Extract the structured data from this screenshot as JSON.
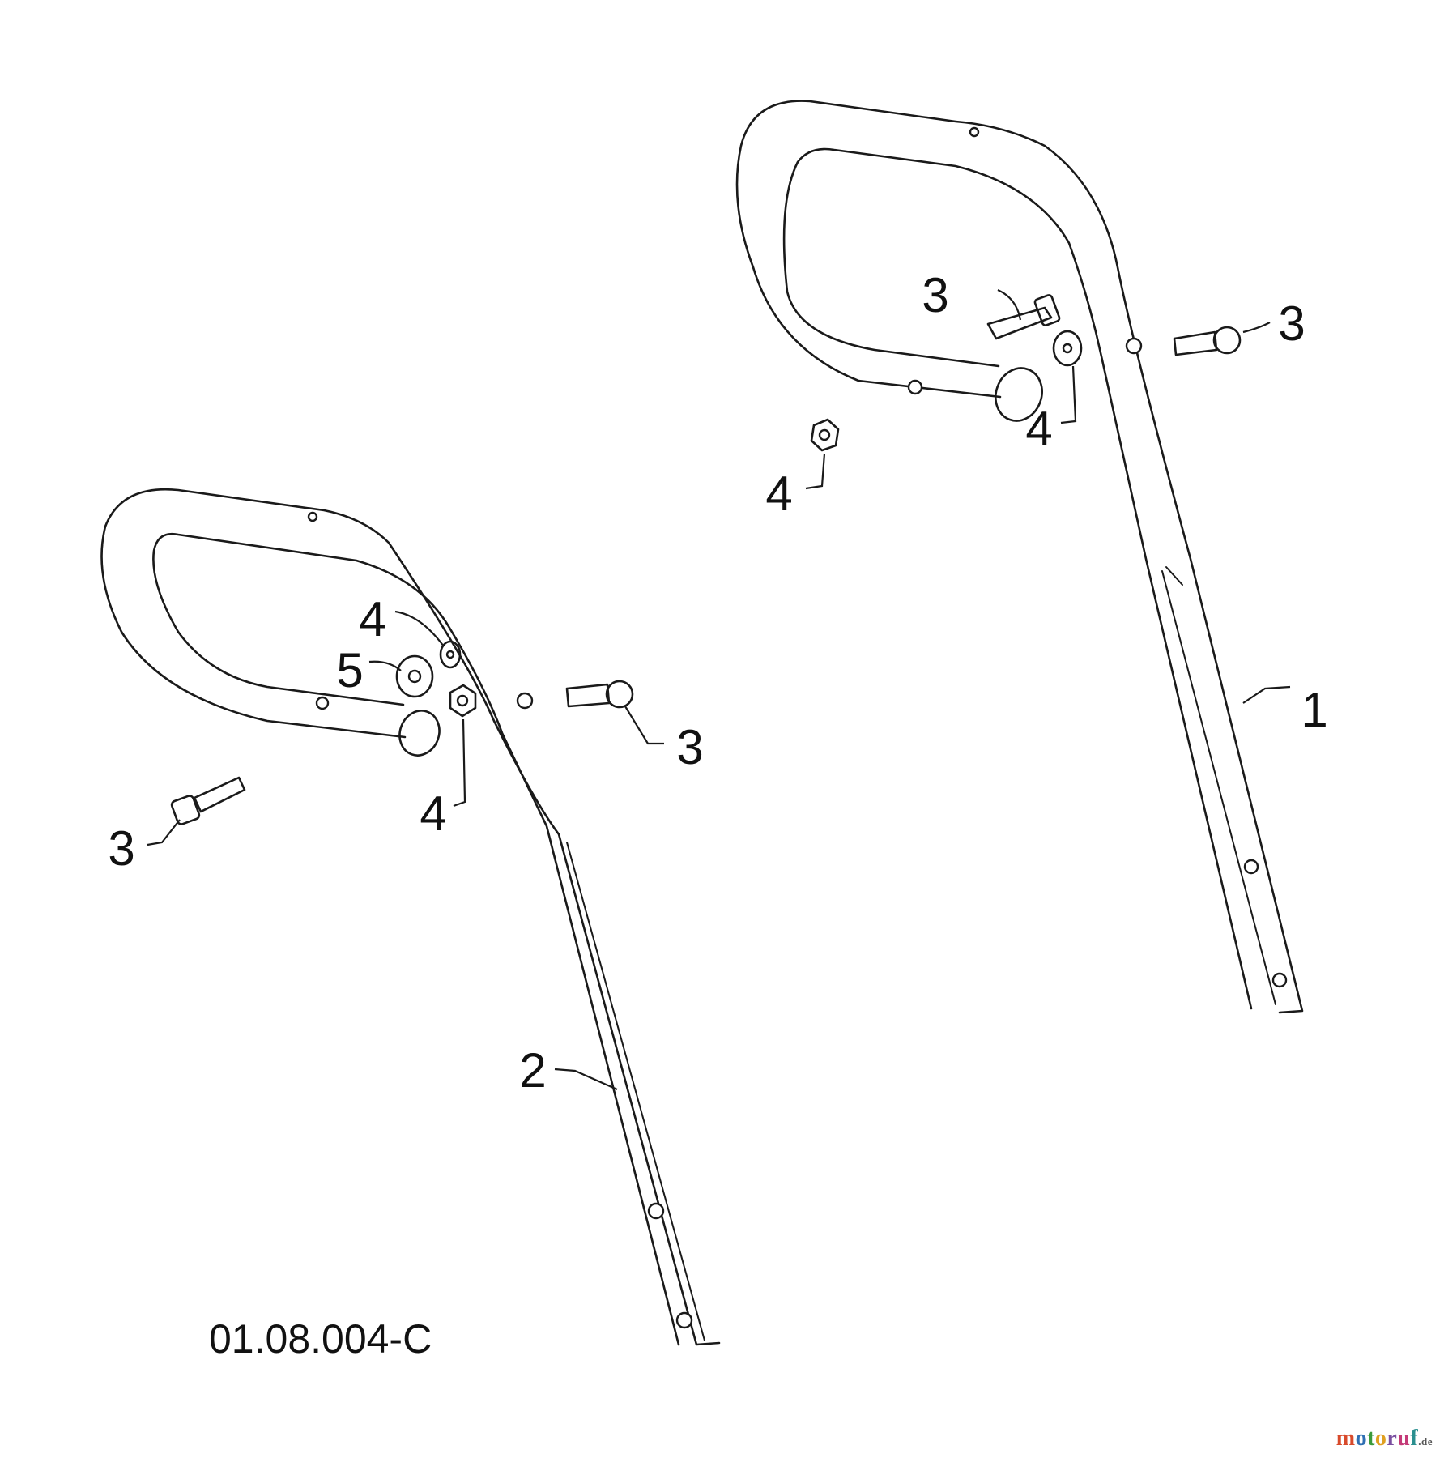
{
  "diagram": {
    "drawing_code": "01.08.004-C",
    "callouts": {
      "handle_upper": "1",
      "handle_lower": "2",
      "bolt": "3",
      "nut_washer": "4",
      "spacer": "5"
    }
  },
  "watermark": {
    "letters": [
      "m",
      "o",
      "t",
      "o",
      "r",
      "u",
      "f"
    ],
    "suffix": ".de"
  }
}
